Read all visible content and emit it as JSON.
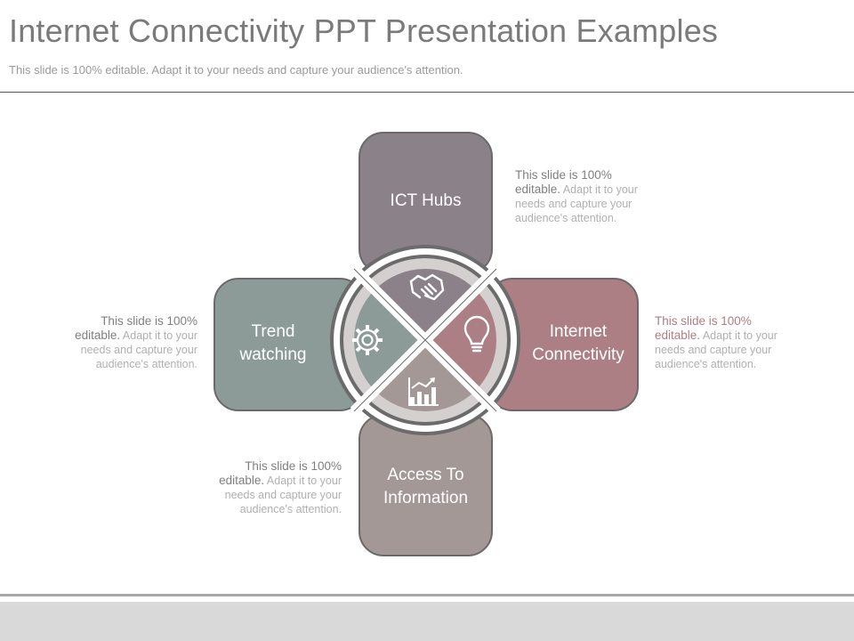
{
  "header": {
    "title": "Internet Connectivity PPT Presentation Examples",
    "subtitle": "This slide is 100% editable. Adapt it to your needs and capture your audience's attention."
  },
  "diagram": {
    "arms": {
      "top": {
        "label": "ICT Hubs",
        "color": "#8a8189"
      },
      "right": {
        "label_line1": "Internet",
        "label_line2": "Connectivity",
        "color": "#ac7f84"
      },
      "bottom": {
        "label_line1": "Access To",
        "label_line2": "Information",
        "color": "#a39896"
      },
      "left": {
        "label_line1": "Trend",
        "label_line2": "watching",
        "color": "#8c9b98"
      }
    },
    "quadrant_icons": {
      "top": "handshake-icon",
      "right": "lightbulb-icon",
      "bottom": "bar-chart-icon",
      "left": "gear-icon"
    }
  },
  "descriptions": {
    "top_right": {
      "lead1": "This slide is 100%",
      "lead2": "editable.",
      "rest1": "Adapt it to your",
      "rest2": "needs and capture your",
      "rest3": "audience's attention."
    },
    "left": {
      "lead1": "This slide is 100%",
      "lead2": "editable.",
      "rest1": "Adapt it to your",
      "rest2": "needs and capture your",
      "rest3": "audience's attention."
    },
    "right": {
      "lead1": "This slide is 100%",
      "lead2": "editable.",
      "rest1": "Adapt it to your",
      "rest2": "needs and capture your",
      "rest3": "audience's attention."
    },
    "bottom": {
      "lead1": "This slide is 100%",
      "lead2": "editable.",
      "rest1": "Adapt it to your",
      "rest2": "needs and capture your",
      "rest3": "audience's attention."
    }
  }
}
